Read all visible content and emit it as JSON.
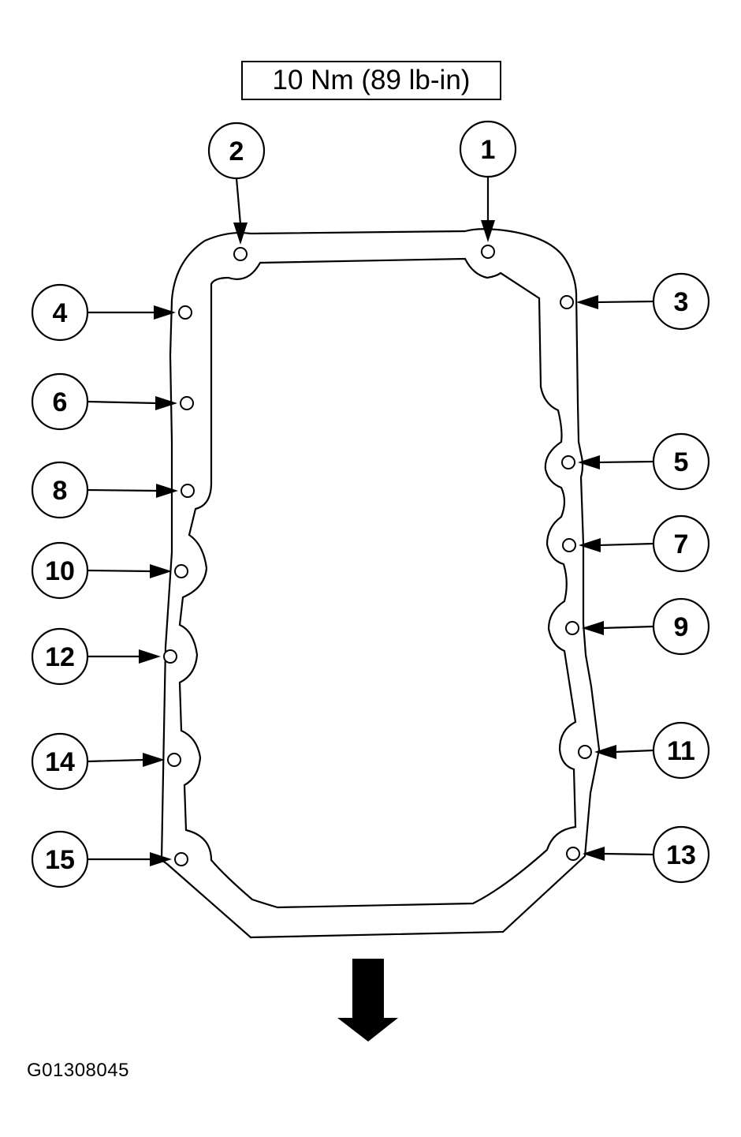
{
  "torque_spec": "10 Nm (89 lb-in)",
  "figure_id": "G01308045",
  "colors": {
    "line": "#000000",
    "background": "#ffffff"
  },
  "bolts": [
    {
      "sequence": "1"
    },
    {
      "sequence": "2"
    },
    {
      "sequence": "3"
    },
    {
      "sequence": "4"
    },
    {
      "sequence": "5"
    },
    {
      "sequence": "6"
    },
    {
      "sequence": "7"
    },
    {
      "sequence": "8"
    },
    {
      "sequence": "9"
    },
    {
      "sequence": "10"
    },
    {
      "sequence": "11"
    },
    {
      "sequence": "12"
    },
    {
      "sequence": "13"
    },
    {
      "sequence": "14"
    },
    {
      "sequence": "15"
    }
  ],
  "front_arrow_icon": "arrow-down-icon"
}
